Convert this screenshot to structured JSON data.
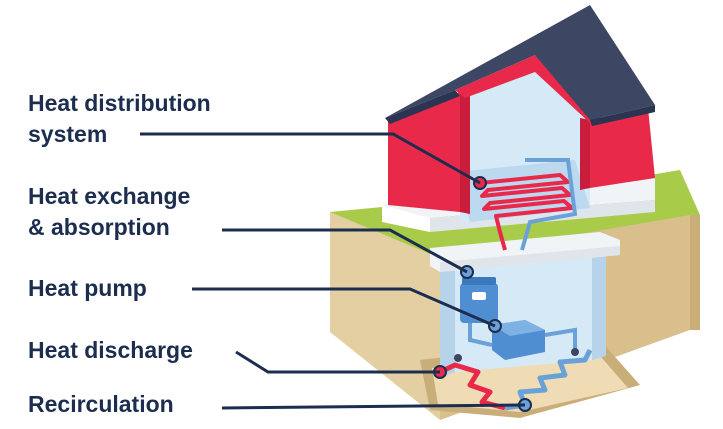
{
  "labels": {
    "distribution_line1": "Heat distribution",
    "distribution_line2": "system",
    "exchange_line1": "Heat exchange",
    "exchange_line2": "& absorption",
    "pump": "Heat pump",
    "discharge": "Heat discharge",
    "recirculation": "Recirculation"
  },
  "colors": {
    "label_text": "#1c2d4f",
    "leader_line": "#1c2d4f",
    "wall_red": "#e8294a",
    "roof": "#3d4763",
    "grass": "#a8cc4a",
    "soil": "#e3cfa2",
    "glass": "#d6e9f7",
    "hot_pipe": "#e8294a",
    "cold_pipe": "#6aa2d8"
  }
}
